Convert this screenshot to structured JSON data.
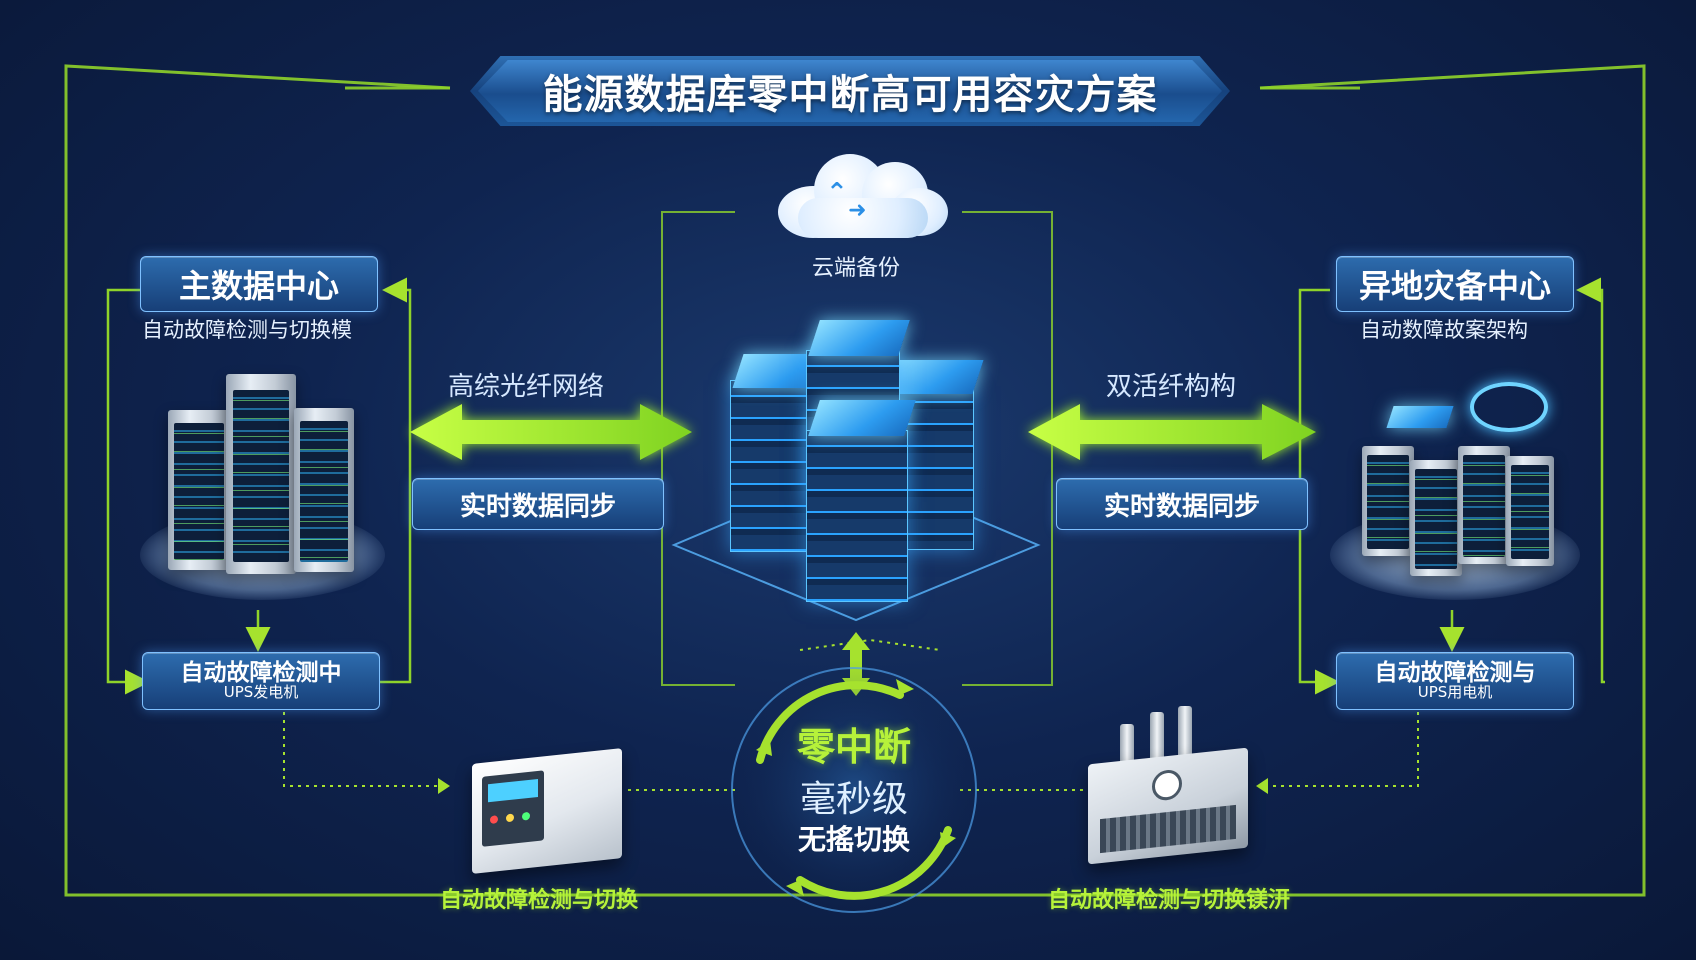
{
  "title": "能源数据库零中断高可用容灾方案",
  "cloud": {
    "label": "云端备份"
  },
  "left": {
    "title": "主数据中心",
    "subtitle": "自动故障检测与切换模",
    "network_label": "高综光纤网络",
    "sync_label": "实时数据同步",
    "bottom_plate": {
      "line1": "自动故障检测中",
      "line2": "UPS发电机"
    }
  },
  "right": {
    "title": "异地灾备中心",
    "subtitle": "自动数障故案架构",
    "network_label": "双活纤构构",
    "sync_label": "实时数据同步",
    "bottom_plate": {
      "line1": "自动故障检测与",
      "line2": "UPS用电机"
    }
  },
  "center": {
    "line1": "零中断",
    "line2": "毫秒级",
    "line3": "无搖切换"
  },
  "bottom": {
    "left_caption": "自动故障检测与切换",
    "right_caption": "自动故障检测与切换镁汧"
  },
  "colors": {
    "accent_green": "#a6e22e",
    "accent_blue": "#3aa8ff",
    "background": "#0f2450"
  },
  "icons": [
    "cloud-sync-icon",
    "server-rack-icon",
    "ups-icon",
    "generator-icon",
    "bidirectional-arrow-icon",
    "cycle-arrow-icon"
  ]
}
